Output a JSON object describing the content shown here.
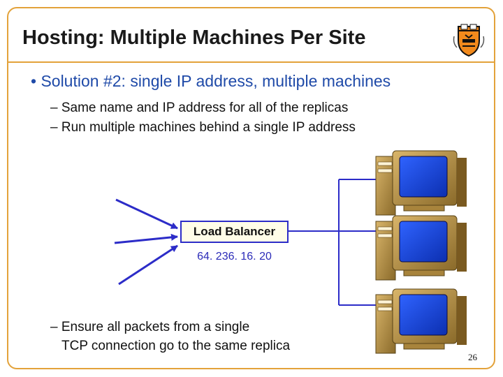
{
  "slide": {
    "title": "Hosting: Multiple Machines Per Site",
    "bullet": "• Solution #2: single IP address, multiple machines",
    "sub_bullets": [
      "– Same name and IP address for all of the replicas",
      "– Run multiple machines behind a single IP address"
    ],
    "bottom_bullet_line1": "– Ensure all packets from a single",
    "bottom_bullet_line2": "TCP connection go to the same replica",
    "page_number": "26"
  },
  "diagram": {
    "load_balancer_label": "Load Balancer",
    "ip_address": "64. 236. 16. 20",
    "replica_count": 3,
    "incoming_arrows": 3
  },
  "colors": {
    "frame": "#e3a23a",
    "bullet_text": "#1f4aa8",
    "connector": "#2c2cc8",
    "lb_fill": "#fffde8"
  },
  "logo": {
    "icon": "shield-crest-icon"
  }
}
